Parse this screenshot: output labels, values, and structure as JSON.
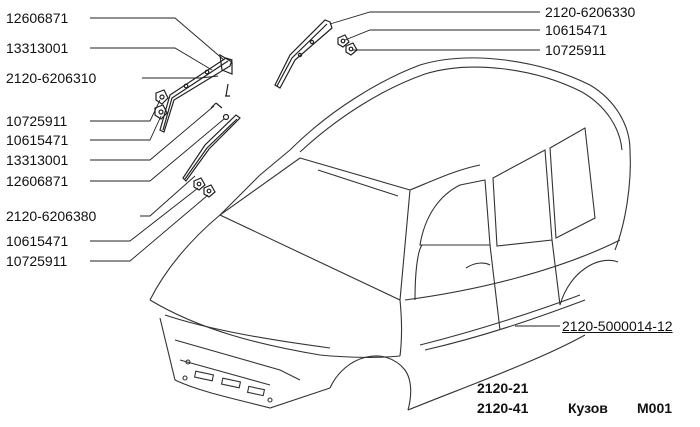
{
  "labels_left": [
    "12606871",
    "13313001",
    "2120-6206310",
    "10725911",
    "10615471",
    "13313001",
    "12606871",
    "2120-6206380",
    "10615471",
    "10725911"
  ],
  "labels_right": [
    "2120-6206330",
    "10615471",
    "10725911"
  ],
  "assembly_label": "2120-5000014-12",
  "footer": {
    "model_1": "2120-21",
    "model_2": "2120-41",
    "title": "Кузов",
    "code": "M001"
  }
}
